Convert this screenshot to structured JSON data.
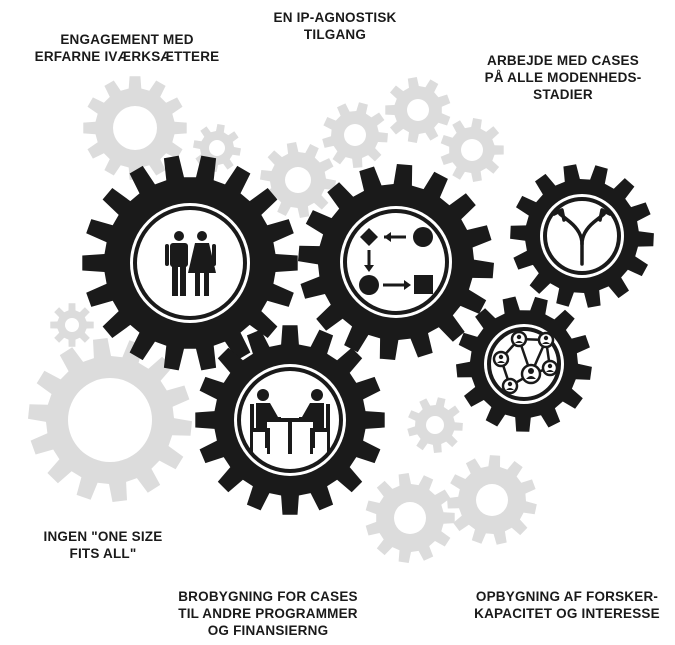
{
  "labels": {
    "engagement": [
      "ENGAGEMENT MED",
      "ERFARNE IVÆRKSÆTTERE"
    ],
    "ip_agnostic": [
      "EN IP-AGNOSTISK",
      "TILGANG"
    ],
    "cases_stages": [
      "ARBEJDE MED CASES",
      "PÅ ALLE MODENHEDS-",
      "STADIER"
    ],
    "one_size": [
      "INGEN \"ONE SIZE",
      "FITS ALL\""
    ],
    "bridging": [
      "BROBYGNING FOR CASES",
      "TIL ANDRE PROGRAMMER",
      "OG FINANSIERNG"
    ],
    "capacity": [
      "OPBYGNING AF FORSKER-",
      "KAPACITET OG INTERESSE"
    ]
  },
  "colors": {
    "dark_gear": "#1a1a1a",
    "light_gear": "#dcdcdc",
    "text": "#1a1a1a",
    "background": "#ffffff"
  },
  "icons": {
    "engagement": "two-people-icon",
    "ip_agnostic": "process-flow-icon",
    "cases_stages": "split-arrows-icon",
    "bridging": "meeting-table-icon",
    "capacity": "network-people-icon"
  }
}
